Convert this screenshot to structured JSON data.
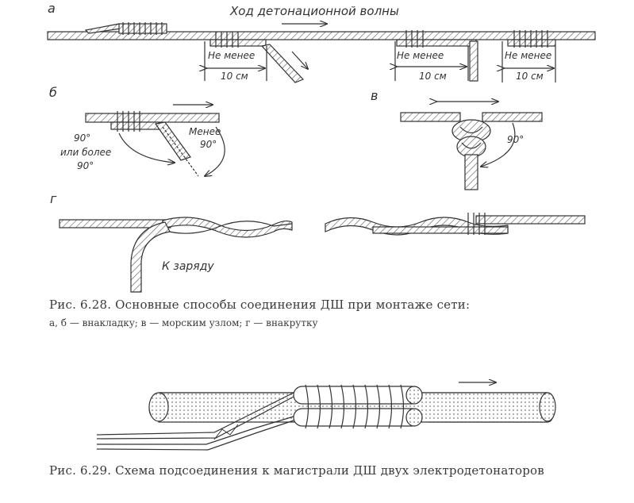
{
  "fig628": {
    "panel_a": {
      "letter": "а",
      "direction_label": "Ход детонационной волны",
      "junctions": [
        {
          "line1": "Не менее",
          "line2": "10 см"
        },
        {
          "line1": "Не менее",
          "line2": "10 см"
        },
        {
          "line1": "Не менее",
          "line2": "10 см"
        }
      ]
    },
    "panel_b": {
      "letter": "б",
      "left_label": [
        "90°",
        "или более",
        "90°"
      ],
      "right_label": [
        "Менее",
        "90°"
      ]
    },
    "panel_v": {
      "letter": "в",
      "angle_label": "90°"
    },
    "panel_g": {
      "letter": "г",
      "charge_label": "К заряду"
    },
    "caption": {
      "title": "Рис. 6.28. Основные способы соединения ДШ при монтаже сети:",
      "legend": "а, б — внакладку; в — морским узлом; г — внакрутку"
    }
  },
  "fig629": {
    "caption": "Рис. 6.29. Схема подсоединения к магистрали ДШ двух электродетонаторов"
  }
}
